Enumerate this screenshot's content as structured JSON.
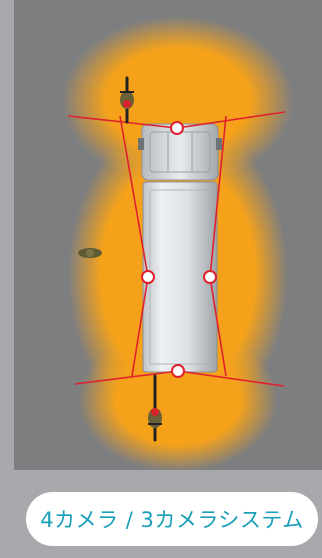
{
  "caption": {
    "text": "4カメラ / 3カメラシステム"
  },
  "colors": {
    "road": "#7d7e80",
    "roadside": "#a7a9ac",
    "coverage": "#f5a21a",
    "boundary_line": "#e0202e",
    "camera_marker_fill": "#ffffff",
    "caption_text": "#1a9fb8",
    "caption_background": "#ffffff"
  },
  "scene": {
    "vehicle": "truck-top-view",
    "camera_count": 4,
    "road_users": [
      "cyclist",
      "cyclist",
      "pedestrian"
    ]
  }
}
